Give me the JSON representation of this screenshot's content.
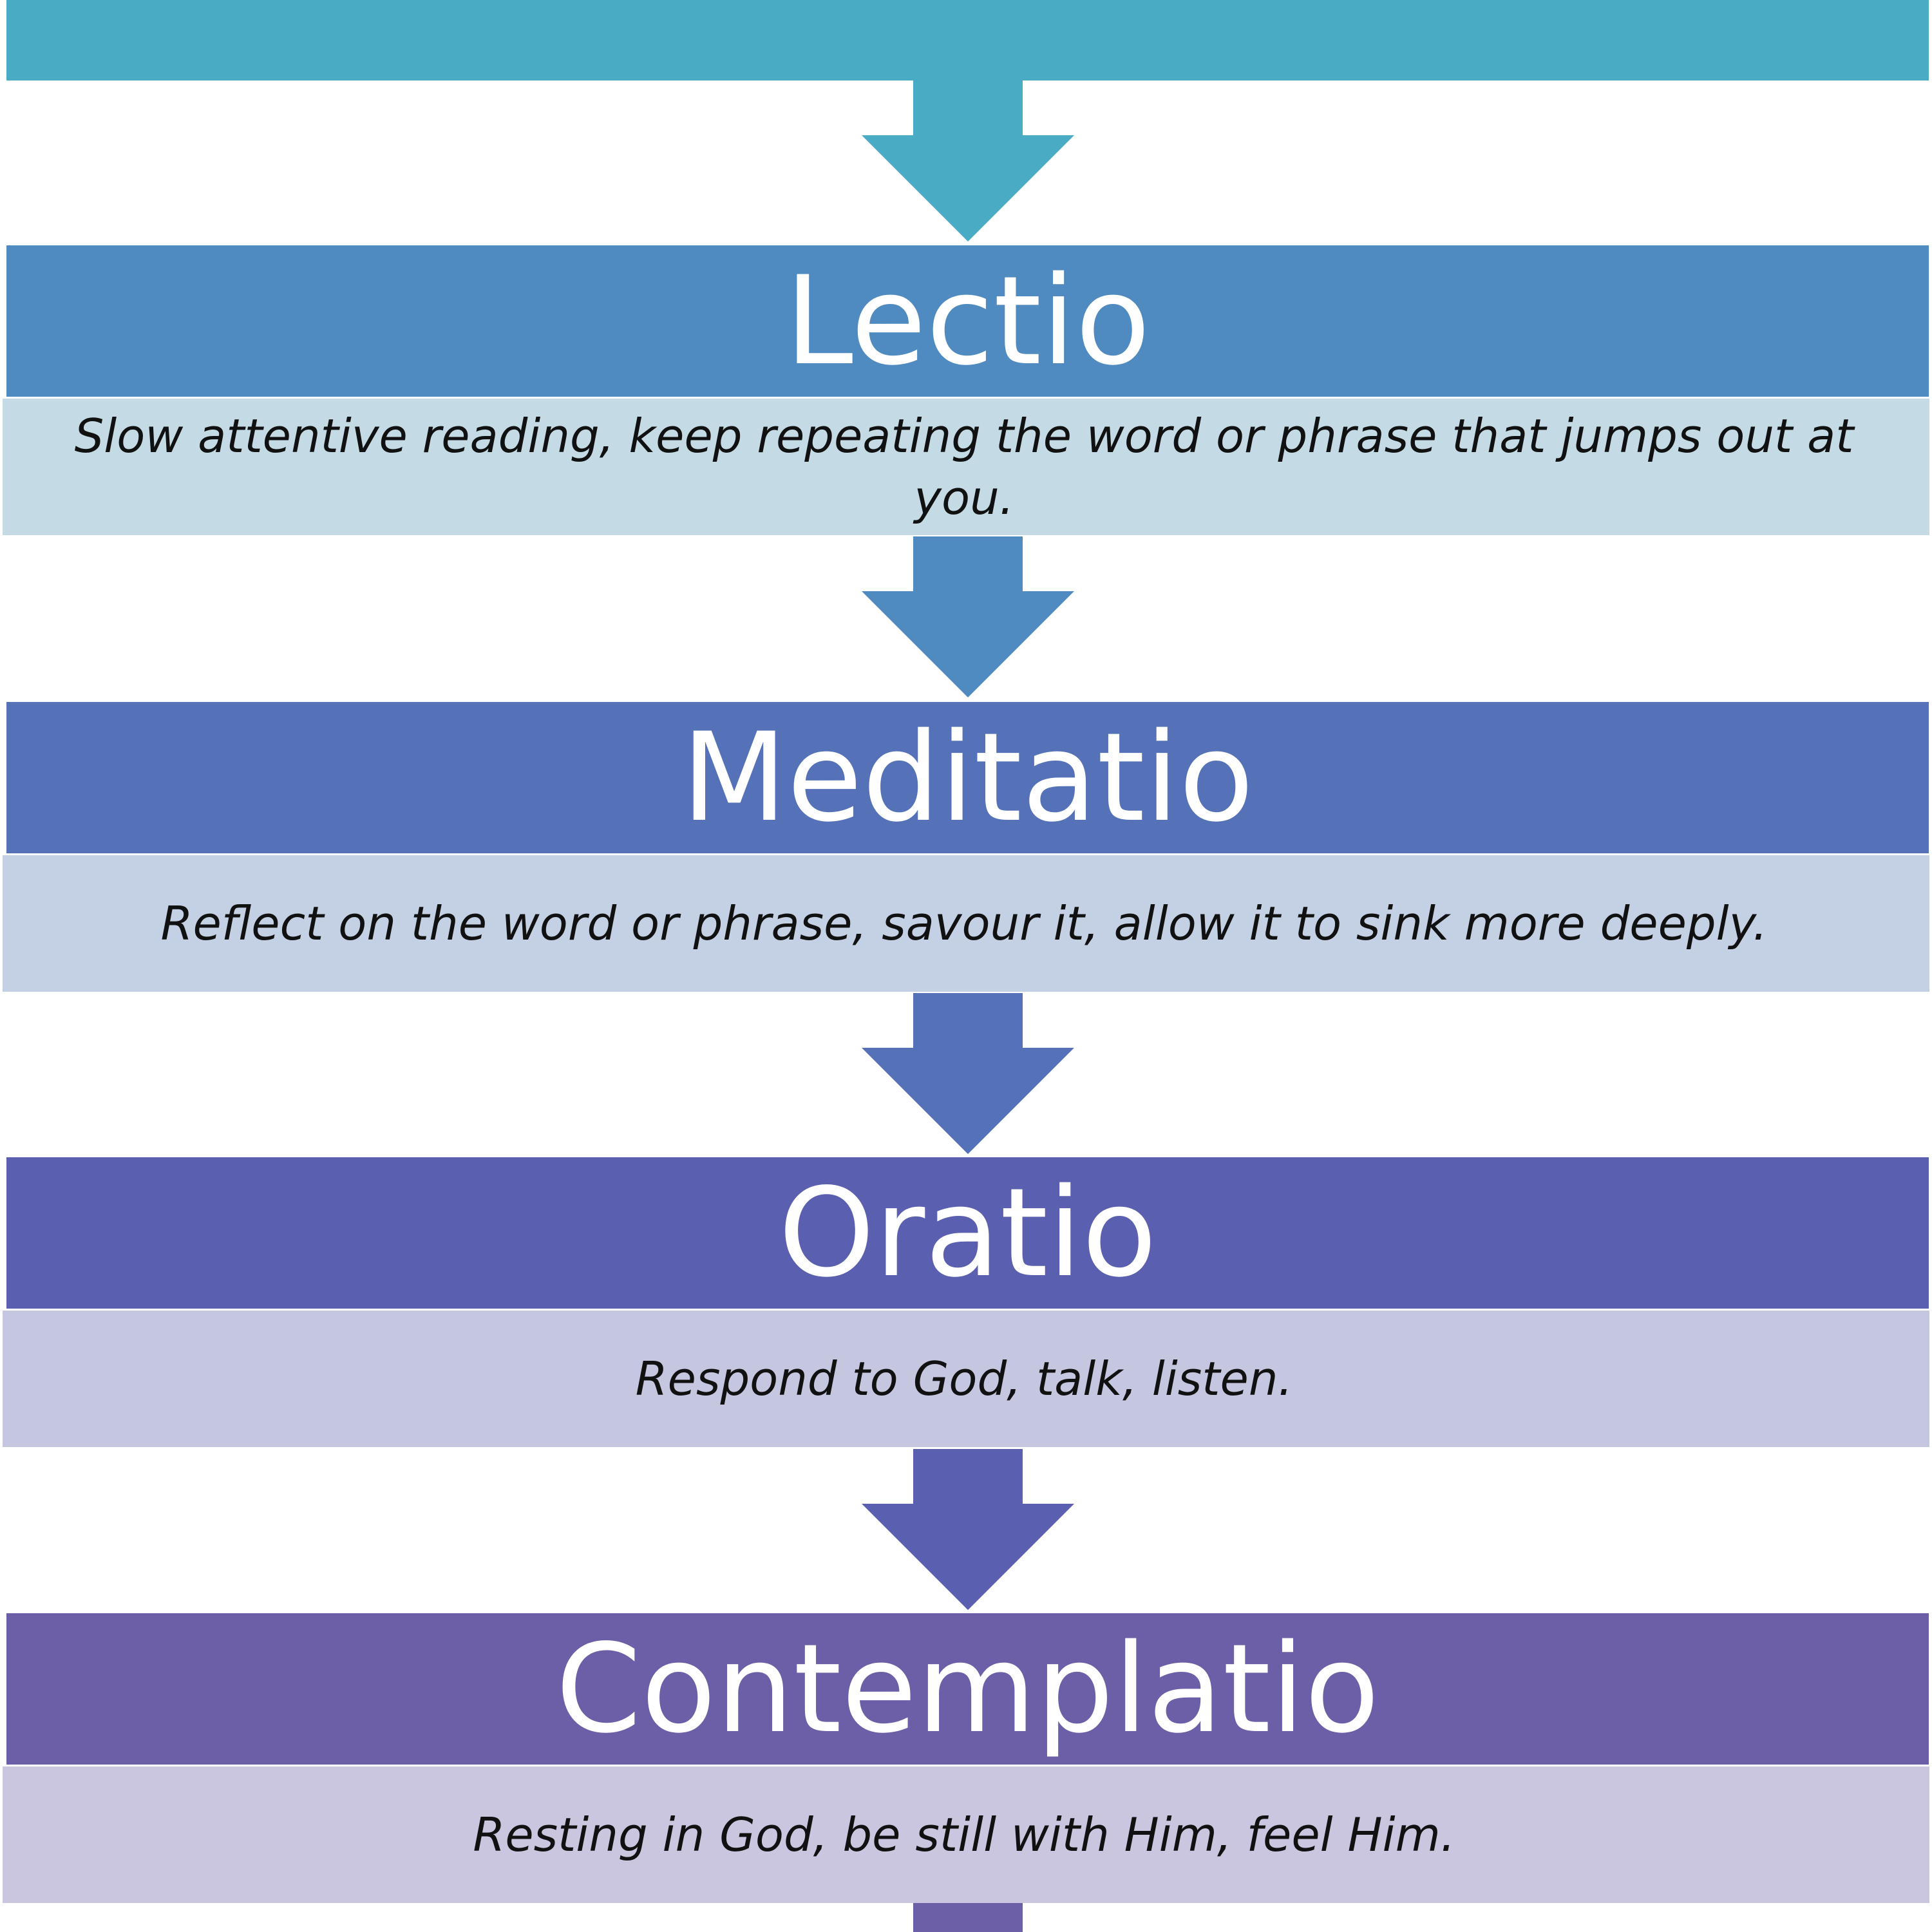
{
  "colors": {
    "top": "#4aabc5",
    "lectio": "#4f8bc1",
    "lectio_light": "#c4dbe5",
    "meditatio": "#5572b9",
    "meditatio_light": "#c4d1e4",
    "oratio": "#5a5faf",
    "oratio_light": "#c5c6df",
    "contemplatio": "#6d5fa7",
    "contemplatio_light": "#cac6df"
  },
  "steps": [
    {
      "title": "Lectio",
      "description": "Slow attentive reading, keep repeating the word or phrase  that jumps out at you."
    },
    {
      "title": "Meditatio",
      "description": "Reflect on the word or phrase,  savour it, allow it to sink more deeply."
    },
    {
      "title": "Oratio",
      "description": "Respond to God, talk, listen."
    },
    {
      "title": "Contemplatio",
      "description": "Resting in God, be still with Him, feel Him."
    }
  ]
}
